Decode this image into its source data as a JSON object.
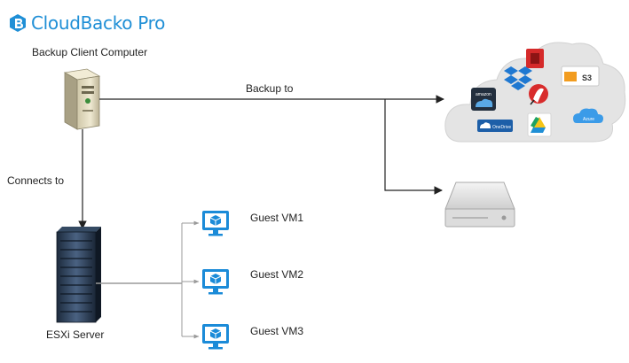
{
  "brand": {
    "name": "CloudBacko Pro"
  },
  "nodes": {
    "client": {
      "label": "Backup Client Computer"
    },
    "esxi": {
      "label": "ESXi Server"
    },
    "vms": [
      {
        "label": "Guest VM1"
      },
      {
        "label": "Guest VM2"
      },
      {
        "label": "Guest VM3"
      }
    ]
  },
  "edges": {
    "backup": {
      "label": "Backup to"
    },
    "connects": {
      "label": "Connects to"
    }
  },
  "cloud_logos": {
    "amazon": "amazon",
    "s3": "S3",
    "onedrive": "OneDrive",
    "azure": "Azure"
  },
  "colors": {
    "brand": "#1f8fd6",
    "vm_monitor": "#1b8bd8",
    "line": "#222222",
    "vm_line": "#9a9a9a",
    "cloud": "#e4e4e4"
  }
}
